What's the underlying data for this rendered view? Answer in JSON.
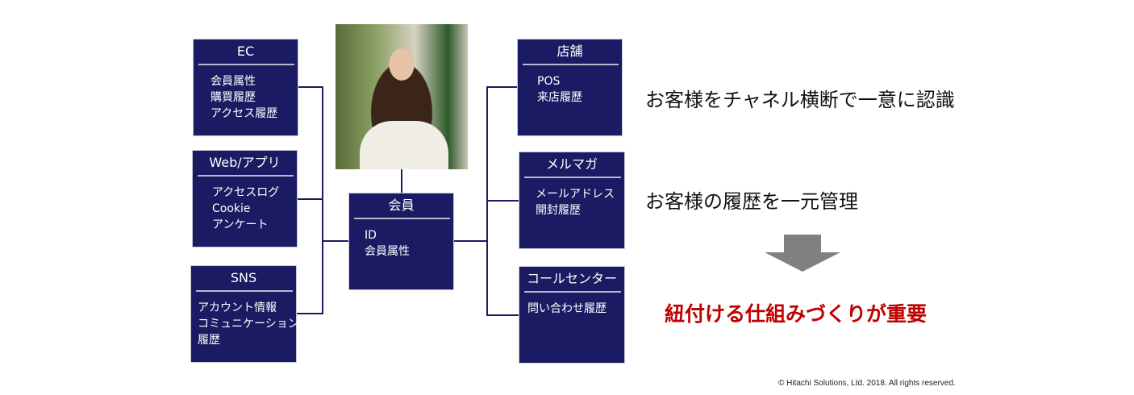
{
  "left_boxes": [
    {
      "title": "EC",
      "items": [
        "会員属性",
        "購買履歴",
        "アクセス履歴"
      ]
    },
    {
      "title": "Web/アプリ",
      "items": [
        "アクセスログ",
        "Cookie",
        "アンケート"
      ]
    },
    {
      "title": "SNS",
      "items": [
        "アカウント情報",
        "コミュニケーション",
        "履歴"
      ]
    }
  ],
  "center_box": {
    "title": "会員",
    "items": [
      "ID",
      "会員属性"
    ]
  },
  "right_boxes": [
    {
      "title": "店舗",
      "items": [
        "POS",
        "来店履歴"
      ]
    },
    {
      "title": "メルマガ",
      "items": [
        "メールアドレス",
        "開封履歴"
      ]
    },
    {
      "title": "コールセンター",
      "items": [
        "問い合わせ履歴"
      ]
    }
  ],
  "statements": [
    "お客様をチャネル横断で一意に認識",
    "お客様の履歴を一元管理"
  ],
  "conclusion": "紐付ける仕組みづくりが重要",
  "copyright": "© Hitachi Solutions, Ltd. 2018. All rights reserved.",
  "colors": {
    "box": "#1b1b63",
    "accent": "#c00000",
    "arrow": "#808080"
  }
}
